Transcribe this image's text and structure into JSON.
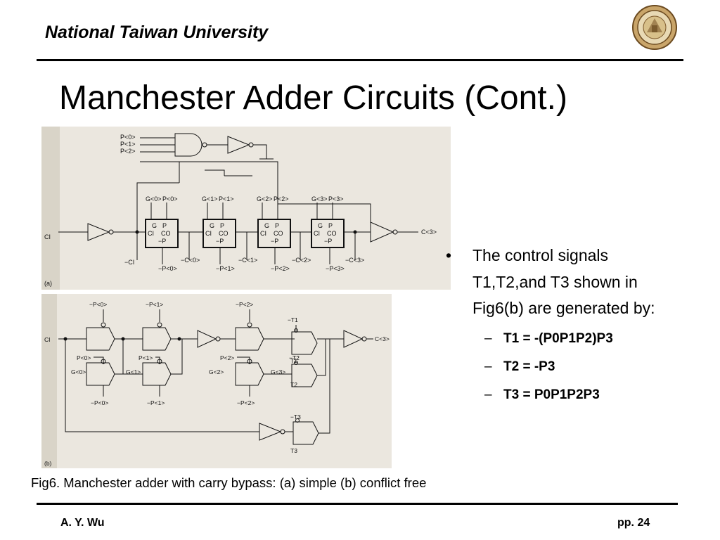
{
  "header": {
    "institution": "National Taiwan University"
  },
  "slide": {
    "title": "Manchester Adder Circuits (Cont.)"
  },
  "figure_a": {
    "label": "(a)",
    "input_top": [
      "P<0>",
      "P<1>",
      "P<2>"
    ],
    "cells": [
      {
        "top": [
          "G<0>",
          "P<0>"
        ],
        "bottom": "−P<0>"
      },
      {
        "top": [
          "G<1>",
          "P<1>"
        ],
        "bottom": "−P<1>"
      },
      {
        "top": [
          "G<2>",
          "P<2>"
        ],
        "bottom": "−P<2>"
      },
      {
        "top": [
          "G<3>",
          "P<3>"
        ],
        "bottom": "−P<3>"
      }
    ],
    "cell_pins": {
      "g": "G",
      "p": "P",
      "ci": "CI",
      "co": "CO",
      "np": "−P"
    },
    "ci_label": "CI",
    "nci_label": "−CI",
    "carry_labels": [
      "−C<0>",
      "−C<1>",
      "−C<2>",
      "−C<3>"
    ],
    "output": "C<3>"
  },
  "figure_b": {
    "label": "(b)",
    "ci_label": "CI",
    "top_inputs": [
      "−P<0>",
      "−P<1>",
      "−P<2>"
    ],
    "bottom_inputs": [
      "−P<0>",
      "−P<1>",
      "−P<2>"
    ],
    "p_inputs": [
      "P<0>",
      "P<1>",
      "P<2>"
    ],
    "g_inputs": [
      "G<0>",
      "G<1>",
      "G<2>",
      "G<3>"
    ],
    "t_labels": {
      "t1a": "−T1",
      "t1b": "T1",
      "t2a": "−T2",
      "t2b": "T2",
      "t3a": "−T3",
      "t3b": "T3"
    },
    "output": "C<3>"
  },
  "bullets": {
    "main": "The control signals T1,T2,and T3 shown in Fig6(b) are generated by:",
    "items": [
      "T1 = -(P0P1P2)P3",
      "T2 = -P3",
      "T3 = P0P1P2P3"
    ]
  },
  "caption": "Fig6. Manchester adder  with carry bypass: (a) simple (b) conflict free",
  "footer": {
    "author": "A. Y. Wu",
    "page": "pp. 24"
  }
}
